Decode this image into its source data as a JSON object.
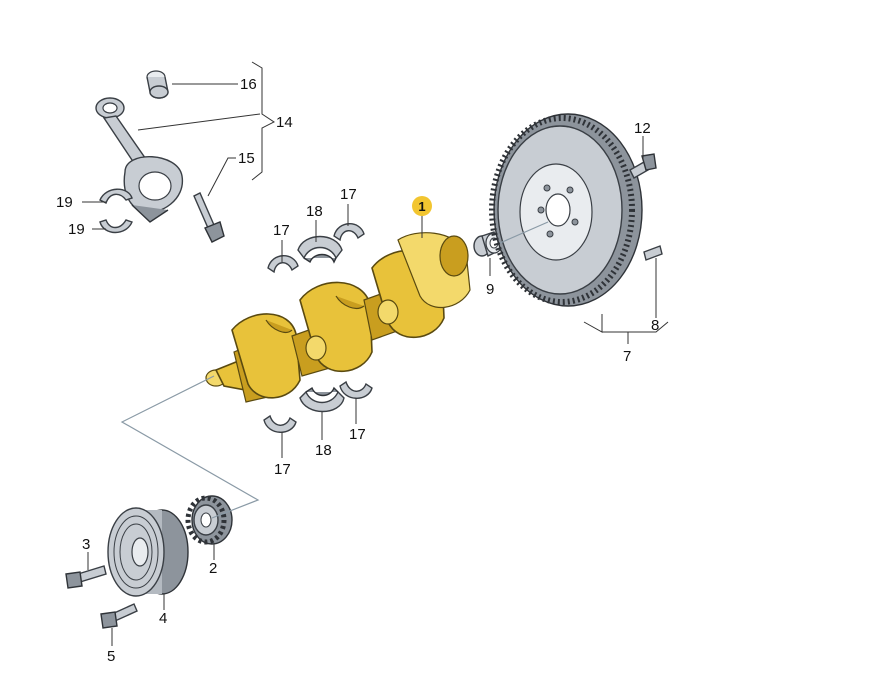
{
  "colors": {
    "accent_gold": "#e8c23a",
    "highlight_badge": "#f2c530",
    "part_grey": "#c8cdd3",
    "outline": "#3a3f45"
  },
  "labels": {
    "crankshaft": "1",
    "sprocket": "2",
    "pulley_bolt": "3",
    "pulley": "4",
    "bolt": "5",
    "flywheel": "7",
    "dowel": "8",
    "bearing": "9",
    "flywheel_bolt": "12",
    "conrod": "14",
    "conrod_bolt": "15",
    "bushing": "16",
    "thrust_washer_top_left": "17",
    "thrust_washer_top_right": "17",
    "thrust_washer_bottom_left": "17",
    "thrust_washer_bottom_right": "17",
    "main_bearing_top": "18",
    "main_bearing_bottom": "18",
    "conrod_bearing_upper": "19",
    "conrod_bearing_lower": "19"
  },
  "icons": {
    "crankshaft": "crankshaft-icon",
    "flywheel": "flywheel-icon",
    "pulley": "pulley-icon",
    "sprocket": "sprocket-icon",
    "conrod": "connecting-rod-icon"
  }
}
